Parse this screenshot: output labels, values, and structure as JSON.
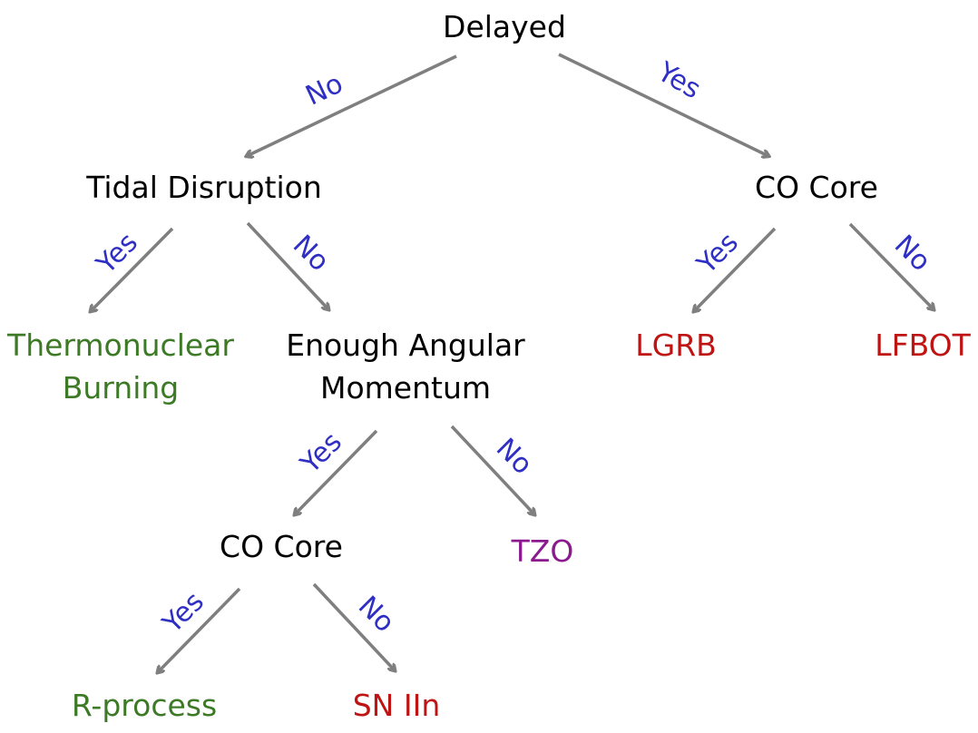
{
  "colors": {
    "question": "#000000",
    "green_outcome": "#3d7a26",
    "red_outcome": "#bf1414",
    "purple_outcome": "#8a1a8e",
    "edge_label": "#2f2fc4",
    "arrow": "#7f7f7f"
  },
  "nodes": {
    "delayed": {
      "lines": [
        "Delayed"
      ],
      "color": "question"
    },
    "tidal_disruption": {
      "lines": [
        "Tidal Disruption"
      ],
      "color": "question"
    },
    "co_core_right": {
      "lines": [
        "CO Core"
      ],
      "color": "question"
    },
    "thermonuclear_burning": {
      "lines": [
        "Thermonuclear",
        "Burning"
      ],
      "color": "green_outcome"
    },
    "enough_angular_momentum": {
      "lines": [
        "Enough Angular",
        "Momentum"
      ],
      "color": "question"
    },
    "lgrb": {
      "lines": [
        "LGRB"
      ],
      "color": "red_outcome"
    },
    "lfbot": {
      "lines": [
        "LFBOT"
      ],
      "color": "red_outcome"
    },
    "co_core_left": {
      "lines": [
        "CO Core"
      ],
      "color": "question"
    },
    "tzo": {
      "lines": [
        "TZO"
      ],
      "color": "purple_outcome"
    },
    "r_process": {
      "lines": [
        "R-process"
      ],
      "color": "green_outcome"
    },
    "sn_iin": {
      "lines": [
        "SN IIn"
      ],
      "color": "red_outcome"
    }
  },
  "edges": [
    {
      "from": "delayed",
      "to": "tidal_disruption",
      "label": "No"
    },
    {
      "from": "delayed",
      "to": "co_core_right",
      "label": "Yes"
    },
    {
      "from": "tidal_disruption",
      "to": "thermonuclear_burning",
      "label": "Yes"
    },
    {
      "from": "tidal_disruption",
      "to": "enough_angular_momentum",
      "label": "No"
    },
    {
      "from": "co_core_right",
      "to": "lgrb",
      "label": "Yes"
    },
    {
      "from": "co_core_right",
      "to": "lfbot",
      "label": "No"
    },
    {
      "from": "enough_angular_momentum",
      "to": "co_core_left",
      "label": "Yes"
    },
    {
      "from": "enough_angular_momentum",
      "to": "tzo",
      "label": "No"
    },
    {
      "from": "co_core_left",
      "to": "r_process",
      "label": "Yes"
    },
    {
      "from": "co_core_left",
      "to": "sn_iin",
      "label": "No"
    }
  ]
}
